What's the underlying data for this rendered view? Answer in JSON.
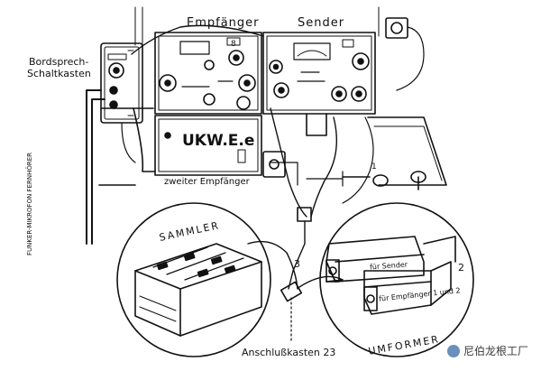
{
  "labels": {
    "empfaenger": "Empfänger",
    "sender": "Sender",
    "bordsprech_1": "Bordsprech-",
    "bordsprech_2": "Schaltkasten",
    "funker": "FUNKER-MIKROFON FERNHÖRER",
    "ukwe": "UKW.E.e",
    "zweiter": "zweiter Empfänger",
    "sammler": "SAMMLER",
    "umformer": "UMFORMER",
    "fuer_sender": "für Sender",
    "fuer_empfaenger": "für Empfänger 1 und 2",
    "anschluss": "Anschlußkasten 23",
    "num_3": "3",
    "num_2": "2",
    "num_8": "8",
    "num_1": "1"
  },
  "watermark": "尼伯龙根工厂",
  "colors": {
    "ink": "#111111",
    "paper": "#ffffff",
    "wm_icon": "#6a8fbd"
  }
}
